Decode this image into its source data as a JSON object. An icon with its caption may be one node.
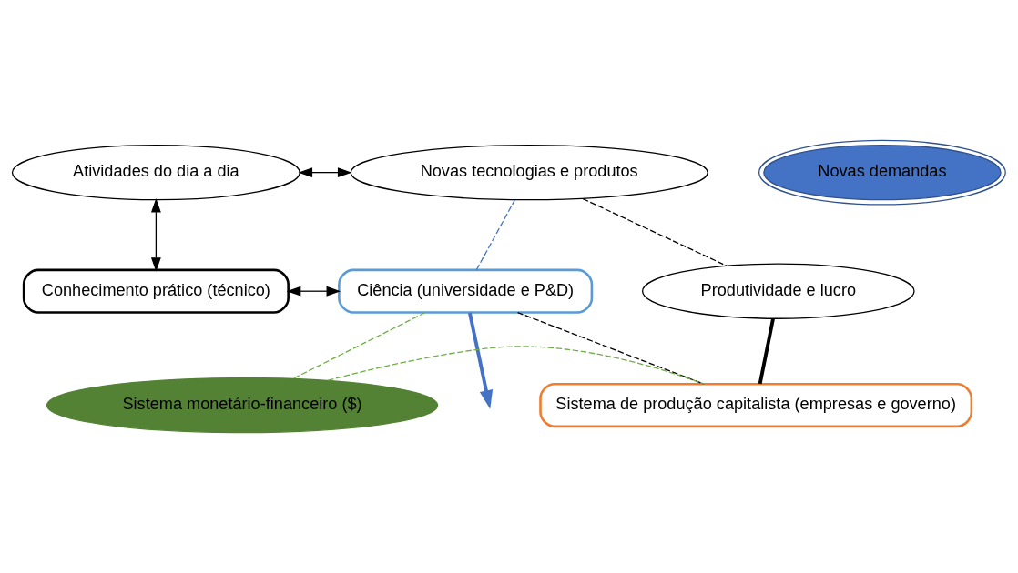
{
  "diagram": {
    "nodes": [
      {
        "text": [
          "Atividades do dia a dia"
        ]
      },
      {
        "text": [
          "Novas tecnologias e produtos"
        ]
      },
      {
        "text": [
          "Novas demandas"
        ]
      },
      {
        "text": [
          "Produtividade e lucro"
        ]
      },
      {
        "text": [
          "Conhecimento prático (técnico)"
        ]
      },
      {
        "text": [
          "Ciência (universidade e P&D)"
        ]
      },
      {
        "text": [
          "Sistema de produção capitalista (empresas e governo)"
        ]
      },
      {
        "text": [
          "Sistema monetário-financeiro ($)"
        ]
      }
    ],
    "edges": [
      {
        "from": 0,
        "to": 1,
        "arrow": "both"
      },
      {
        "from": 0,
        "to": 4,
        "arrow": "both"
      },
      {
        "from": 4,
        "to": 5,
        "arrow": "both"
      },
      {
        "from": 5,
        "to": null,
        "arrow": "to",
        "style": "thick",
        "color": "#4472c4"
      },
      {
        "from": 5,
        "to": 1,
        "arrow": "none",
        "style": "dashed",
        "color": "#4472c4"
      },
      {
        "from": 1,
        "to": 3,
        "arrow": "none",
        "style": "dashed"
      },
      {
        "from": 3,
        "to": 6,
        "arrow": "none",
        "style": "thick"
      },
      {
        "from": 5,
        "to": 6,
        "arrow": "none",
        "style": "dashed"
      },
      {
        "from": 5,
        "to": 7,
        "arrow": "none",
        "style": "dashed",
        "color": "#70ad47"
      },
      {
        "from": 7,
        "to": 6,
        "arrow": "none",
        "style": "dashed",
        "color": "#70ad47"
      }
    ]
  }
}
